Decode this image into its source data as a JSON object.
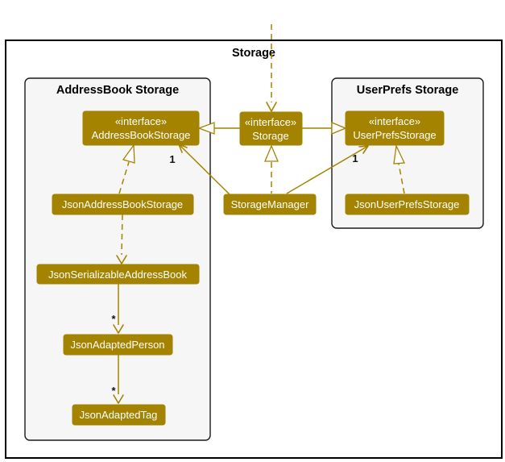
{
  "diagram": {
    "frame_title": "Storage",
    "packages": {
      "addressbook": {
        "title": "AddressBook Storage"
      },
      "userprefs": {
        "title": "UserPrefs Storage"
      }
    },
    "classes": {
      "storage_interface": {
        "stereotype": "«interface»",
        "name": "Storage"
      },
      "addressbook_storage_interface": {
        "stereotype": "«interface»",
        "name": "AddressBookStorage"
      },
      "userprefs_storage_interface": {
        "stereotype": "«interface»",
        "name": "UserPrefsStorage"
      },
      "json_address_book_storage": {
        "name": "JsonAddressBookStorage"
      },
      "storage_manager": {
        "name": "StorageManager"
      },
      "json_user_prefs_storage": {
        "name": "JsonUserPrefsStorage"
      },
      "json_serializable_address_book": {
        "name": "JsonSerializableAddressBook"
      },
      "json_adapted_person": {
        "name": "JsonAdaptedPerson"
      },
      "json_adapted_tag": {
        "name": "JsonAdaptedTag"
      }
    },
    "labels": {
      "manager_to_addressbook_multiplicity": "1",
      "manager_to_userprefs_multiplicity": "1",
      "serializable_to_person_multiplicity": "*",
      "person_to_tag_multiplicity": "*"
    },
    "colors": {
      "node_fill": "#A38300",
      "node_text": "#FFFFFF",
      "edge": "#A38300",
      "package_fill": "#F6F6F6",
      "package_border": "#1A1A1A",
      "frame_border": "#000000"
    }
  }
}
